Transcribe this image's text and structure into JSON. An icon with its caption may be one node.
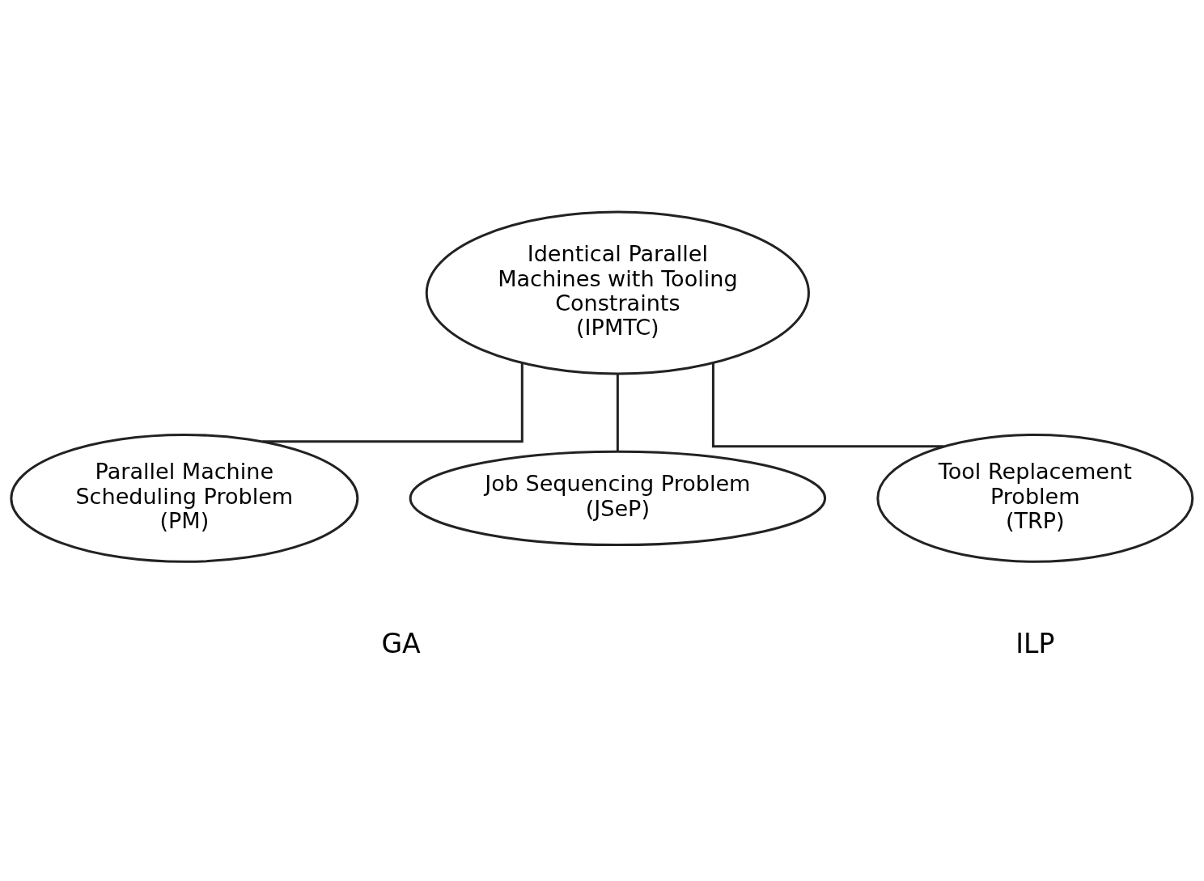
{
  "diagram": {
    "nodes": [
      {
        "text": [
          "Identical Parallel Machines with Tooling Constraints",
          "(IPMTC)"
        ]
      },
      {
        "text": [
          "Parallel Machine Scheduling Problem",
          "(PM)"
        ]
      },
      {
        "text": [
          "Job Sequencing Problem",
          "(JSeP)"
        ]
      },
      {
        "text": [
          "Tool Replacement Problem",
          "(TRP)"
        ]
      }
    ],
    "edges": [
      {
        "from": 0,
        "to": 1,
        "arrow": "none"
      },
      {
        "from": 0,
        "to": 2,
        "arrow": "none"
      },
      {
        "from": 0,
        "to": 3,
        "arrow": "none"
      }
    ],
    "labels": [
      "GA",
      "ILP"
    ]
  }
}
